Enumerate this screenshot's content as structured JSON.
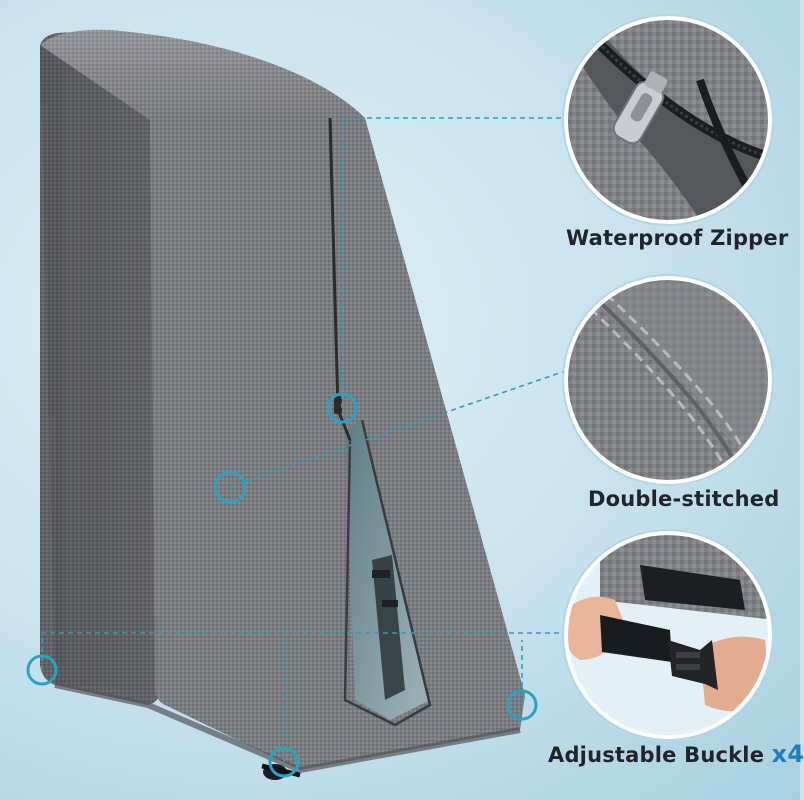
{
  "features": [
    {
      "label": "Waterproof Zipper"
    },
    {
      "label": "Double-stitched"
    },
    {
      "label": "Adjustable Buckle",
      "suffix": "x4"
    }
  ],
  "colors": {
    "cover": "#7a7b7e",
    "callout_line": "#2a9fbd",
    "accent": "#1e7fc0",
    "text": "#1f2528"
  }
}
